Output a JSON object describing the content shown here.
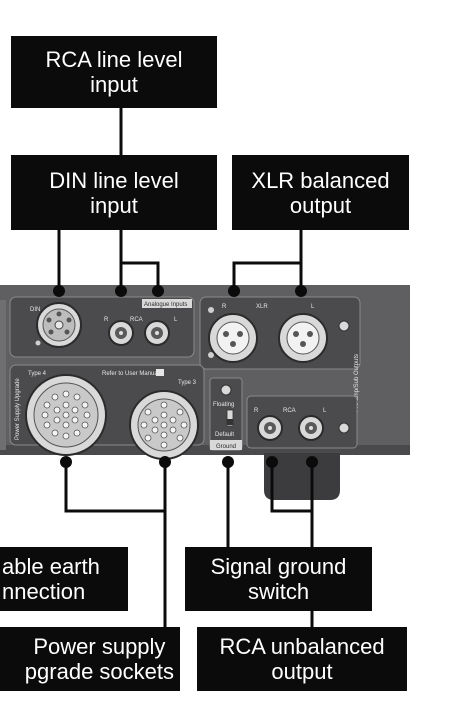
{
  "callouts": {
    "rca_line_level_input": "RCA line level\ninput",
    "din_line_level_input": "DIN line level\ninput",
    "xlr_balanced_output": "XLR balanced\noutput",
    "able_earth_connection": "able earth\nnnection",
    "signal_ground_switch": "Signal ground\nswitch",
    "power_supply_upgrade_sockets": "Power supply\npgrade sockets",
    "rca_unbalanced_output": "RCA unbalanced\noutput"
  },
  "panel": {
    "din": "DIN",
    "r_left": "R",
    "rca_top": "RCA",
    "l_left": "L",
    "analogue_inputs": "Analogue Inputs",
    "r_xlr": "R",
    "xlr": "XLR",
    "l_xlr": "L",
    "preamp_sub_outputs": "Pre-amp/Sub Outputs",
    "type4": "Type 4",
    "refer_to_user_manual": "Refer to User Manual",
    "type3": "Type 3",
    "power_supply_upgrade": "Power Supply Upgrade",
    "floating": "Floating",
    "default": "Default",
    "ground": "Ground",
    "r_bottom": "R",
    "rca_bottom": "RCA",
    "l_bottom": "L"
  },
  "colors": {
    "callout_bg": "#0b0b0b",
    "callout_text": "#ffffff",
    "panel": "#5f5f61",
    "panel_dark": "#3f3f41",
    "connector_silver": "#d9d9d9"
  }
}
